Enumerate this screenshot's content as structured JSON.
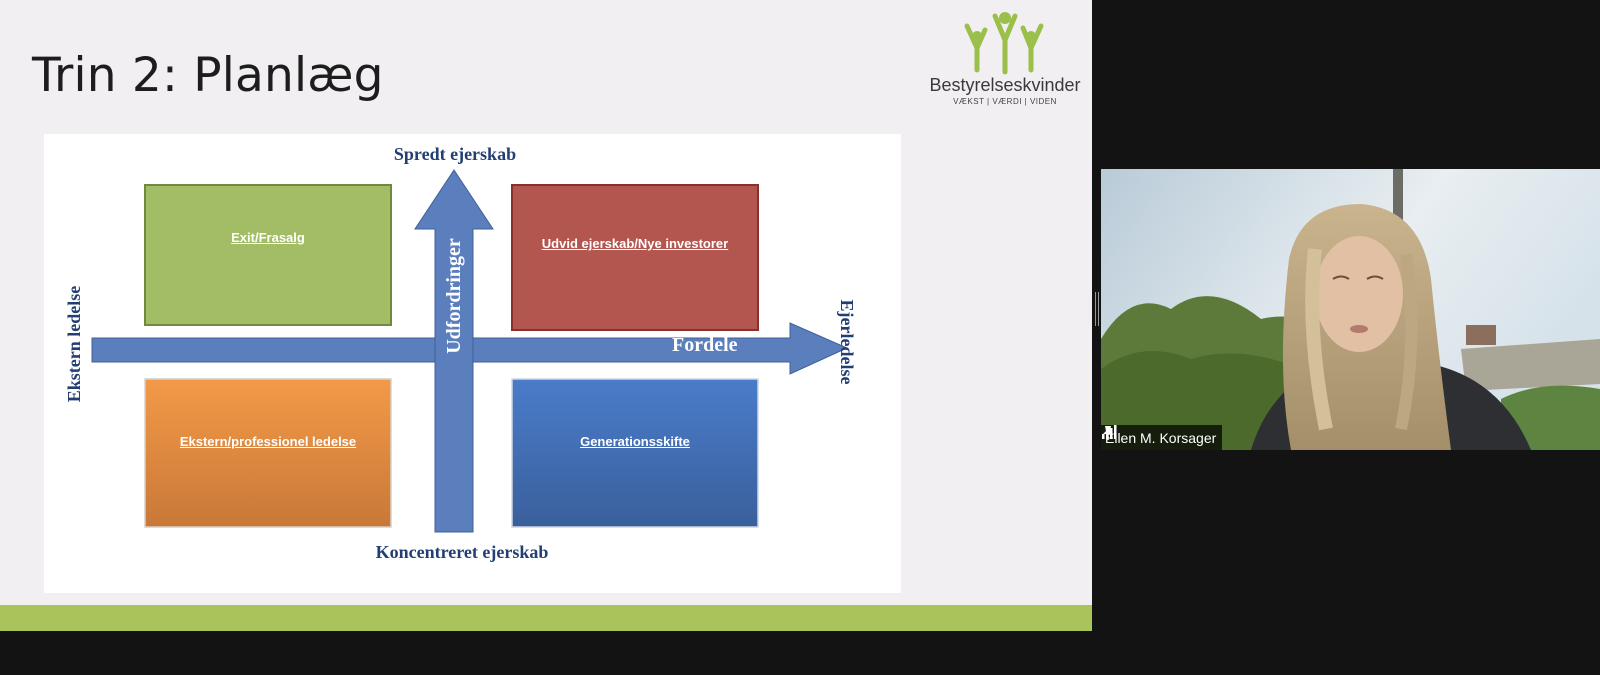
{
  "slide": {
    "title": "Trin 2: Planlæg",
    "logo": {
      "name": "Bestyrelseskvinder",
      "tagline": "VÆKST | VÆRDI | VIDEN",
      "color": "#9bbf4b"
    },
    "bar_color": "#a9c45a"
  },
  "diagram": {
    "axis_top": "Spredt ejerskab",
    "axis_bottom": "Koncentreret ejerskab",
    "axis_left": "Ekstern ledelse",
    "axis_right": "Ejerledelse",
    "arrow_vertical_label": "Udfordringer",
    "arrow_horizontal_label": "Fordele",
    "arrow_color": "#5b7fbc",
    "quadrants": {
      "top_left": {
        "label": "Exit/Frasalg",
        "color": "#a3bd66"
      },
      "top_right": {
        "label": "Udvid ejerskab/Nye investorer",
        "color": "#b45650"
      },
      "bottom_left": {
        "label": "Ekstern/professionel ledelse",
        "color": "#ee9444"
      },
      "bottom_right": {
        "label": "Generationsskifte",
        "color": "#4a76bf"
      }
    }
  },
  "participant": {
    "name": "Ellen M. Korsager",
    "icons": [
      "signal-icon",
      "pin-icon"
    ]
  }
}
